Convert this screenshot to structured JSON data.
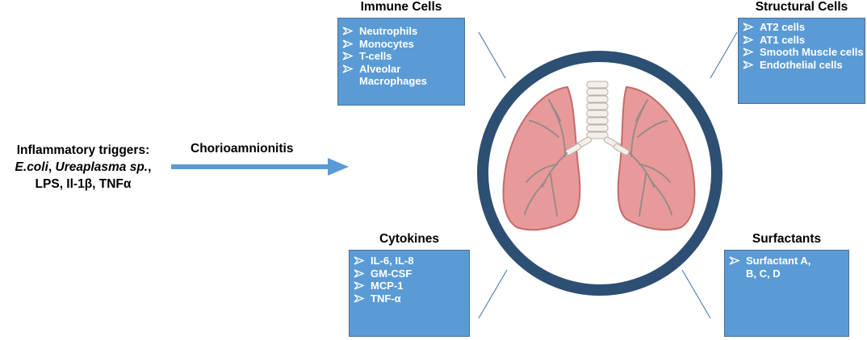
{
  "triggers": {
    "line1": "Inflammatory triggers:",
    "line2_italic_a": "E.coli",
    "line2_sep": ", ",
    "line2_italic_b": "Ureaplasma sp.",
    "line2_end": ",",
    "line3": "LPS, Il-1β, TNFα"
  },
  "arrow_label": "Chorioamnionitis",
  "immune_cells": {
    "title": "Immune Cells",
    "items": [
      "Neutrophils",
      "Monocytes",
      "T-cells",
      "Alveolar",
      "Macrophages"
    ]
  },
  "structural_cells": {
    "title": "Structural Cells",
    "items": [
      "AT2 cells",
      "AT1 cells",
      "Smooth Muscle cells",
      "Endothelial cells"
    ]
  },
  "cytokines": {
    "title": "Cytokines",
    "items": [
      "IL-6, IL-8",
      "GM-CSF",
      "MCP-1",
      "TNF-α"
    ]
  },
  "surfactants": {
    "title": "Surfactants",
    "items": [
      "Surfactant A,",
      "B, C, D"
    ]
  },
  "colors": {
    "box_fill": "#5b9bd5",
    "box_border": "#41719c",
    "arrow": "#5b9bd5",
    "ring": "#2d4f73",
    "lung": "#e89a9a",
    "lung_dark": "#c46b6b",
    "trachea": "#f4efe8"
  }
}
